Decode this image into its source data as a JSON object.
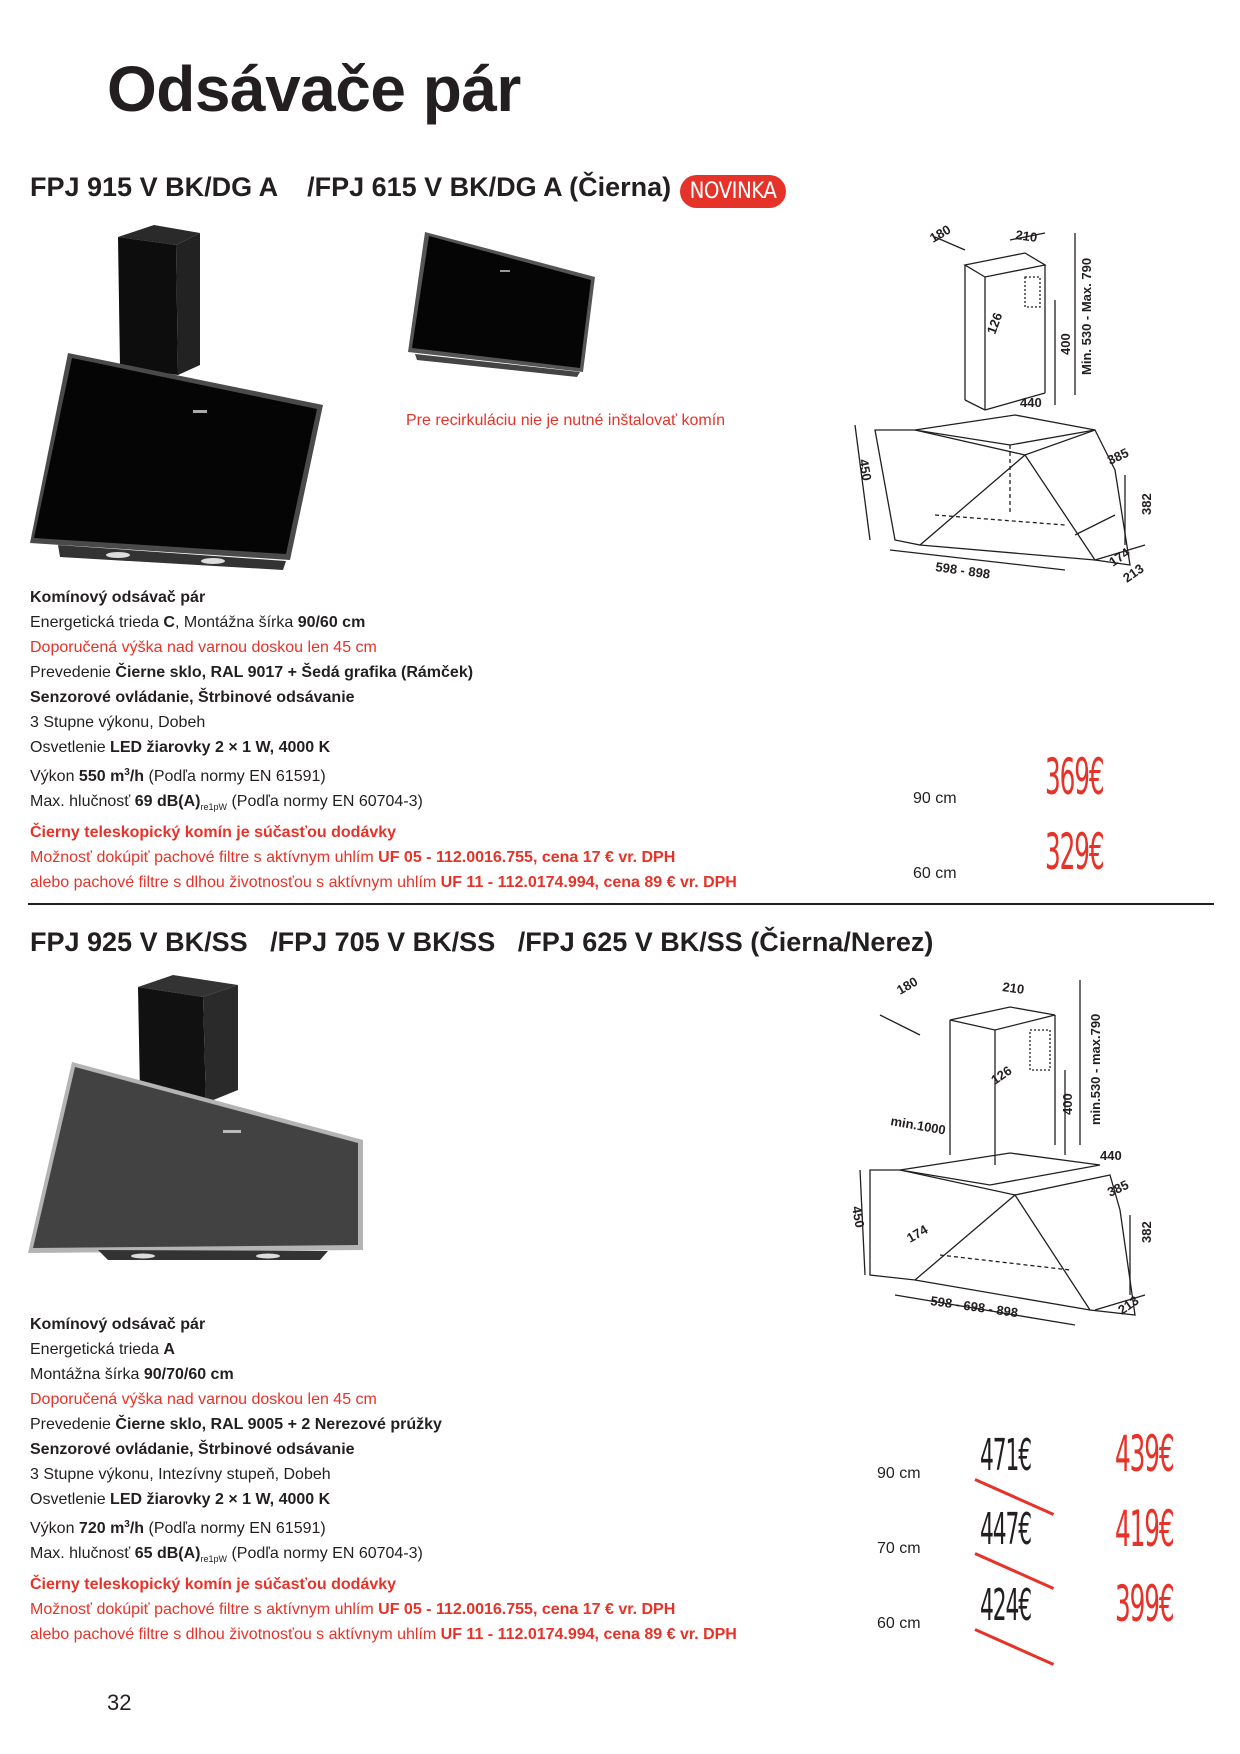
{
  "page_title": "Odsávače pár",
  "page_number": "32",
  "products": [
    {
      "title": "FPJ 915 V BK/DG A    /FPJ 615 V BK/DG A (Čierna)",
      "badge": "NOVINKA",
      "note": "Pre recirkuláciu nie je nutné inštalovať komín",
      "specs": {
        "type": "Komínový odsávač pár",
        "energy_prefix": "Energetická trieda ",
        "energy_value": "C",
        "energy_sep": ", Montážna šírka ",
        "width_value": "90/60 cm",
        "recommended_height": "Doporučená výška nad varnou doskou len 45 cm",
        "finish_prefix": "Prevedenie ",
        "finish_value": "Čierne sklo, RAL 9017 + Šedá grafika (Rámček)",
        "control": "Senzorové ovládanie, Štrbinové odsávanie",
        "speeds": "3 Stupne výkonu, Dobeh",
        "lighting_prefix": "Osvetlenie ",
        "lighting_value": "LED žiarovky 2 × 1 W, 4000 K",
        "output_prefix": "Výkon ",
        "output_value": "550 m",
        "output_unit_sup": "3",
        "output_unit_rest": "/h",
        "output_norm": " (Podľa normy EN 61591)",
        "noise_prefix": "Max. hlučnosť ",
        "noise_value": "69 dB(A)",
        "noise_sub": "re1pW",
        "noise_norm": " (Podľa normy EN 60704-3)",
        "chimney": "Čierny teleskopický komín je súčasťou dodávky",
        "filter1_prefix": "Možnosť dokúpiť pachové filtre s aktívnym uhlím ",
        "filter1_value": "UF 05 - 112.0016.755, cena 17 € vr. DPH",
        "filter2_prefix": "alebo pachové filtre s dlhou životnosťou s aktívnym uhlím ",
        "filter2_value": "UF 11 - 112.0174.994, cena 89 € vr. DPH"
      },
      "prices": [
        {
          "size": "90 cm",
          "price": "369€"
        },
        {
          "size": "60 cm",
          "price": "329€"
        }
      ],
      "diagram_labels": [
        "180",
        "210",
        "126",
        "400",
        "Min. 530 - Max. 790",
        "440",
        "385",
        "450",
        "382",
        "598 - 898",
        "174",
        "213"
      ]
    },
    {
      "title": "FPJ 925 V BK/SS   /FPJ 705 V BK/SS   /FPJ 625 V BK/SS (Čierna/Nerez)",
      "specs": {
        "type": "Komínový odsávač pár",
        "energy_prefix": "Energetická trieda ",
        "energy_value": "A",
        "width_prefix": "Montážna šírka ",
        "width_value": "90/70/60 cm",
        "recommended_height": "Doporučená výška nad varnou doskou len 45 cm",
        "finish_prefix": "Prevedenie ",
        "finish_value": "Čierne sklo, RAL 9005 + 2 Nerezové prúžky",
        "control": "Senzorové ovládanie, Štrbinové odsávanie",
        "speeds": "3 Stupne výkonu, Intezívny stupeň, Dobeh",
        "lighting_prefix": "Osvetlenie ",
        "lighting_value": "LED žiarovky 2 × 1 W, 4000 K",
        "output_prefix": "Výkon ",
        "output_value": "720 m",
        "output_unit_sup": "3",
        "output_unit_rest": "/h",
        "output_norm": " (Podľa normy EN 61591)",
        "noise_prefix": "Max. hlučnosť ",
        "noise_value": "65 dB(A)",
        "noise_sub": "re1pW",
        "noise_norm": " (Podľa normy EN 60704-3)",
        "chimney": "Čierny teleskopický komín je súčasťou dodávky",
        "filter1_prefix": "Možnosť dokúpiť pachové filtre s aktívnym uhlím ",
        "filter1_value": "UF 05 - 112.0016.755, cena 17 € vr. DPH",
        "filter2_prefix": "alebo pachové filtre s dlhou životnosťou s aktívnym uhlím ",
        "filter2_value": "UF 11 - 112.0174.994, cena 89 € vr. DPH"
      },
      "prices": [
        {
          "size": "90 cm",
          "old_price": "471€",
          "price": "439€"
        },
        {
          "size": "70 cm",
          "old_price": "447€",
          "price": "419€"
        },
        {
          "size": "60 cm",
          "old_price": "424€",
          "price": "399€"
        }
      ],
      "diagram_labels": [
        "180",
        "210",
        "126",
        "400",
        "min.530 - max.790",
        "min.1000",
        "440",
        "385",
        "450",
        "174",
        "382",
        "598 - 698 - 898",
        "213"
      ]
    }
  ],
  "colors": {
    "accent_red": "#e63329",
    "text": "#231f20"
  }
}
